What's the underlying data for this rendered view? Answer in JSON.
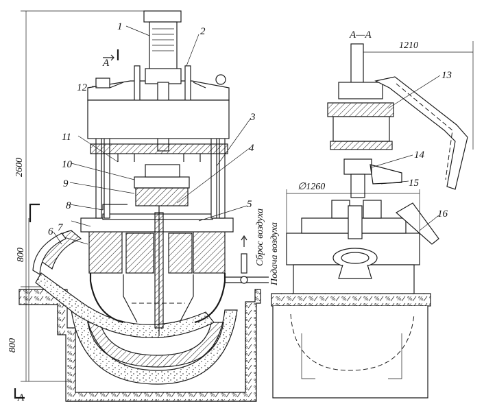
{
  "diagram": {
    "callouts": [
      "1",
      "2",
      "3",
      "4",
      "5",
      "6",
      "7",
      "8",
      "9",
      "10",
      "11",
      "12",
      "13",
      "14",
      "15",
      "16"
    ],
    "section_label": "A—A",
    "section_marker_top": "A",
    "section_marker_bottom": "A",
    "dimensions": {
      "height_total": "2600",
      "height_upper": "800",
      "height_lower": "800",
      "width_right": "1210",
      "diameter": "∅1260"
    },
    "annotations": {
      "air_release": "Сброс воздуха",
      "air_supply": "Подача воздуха"
    }
  }
}
